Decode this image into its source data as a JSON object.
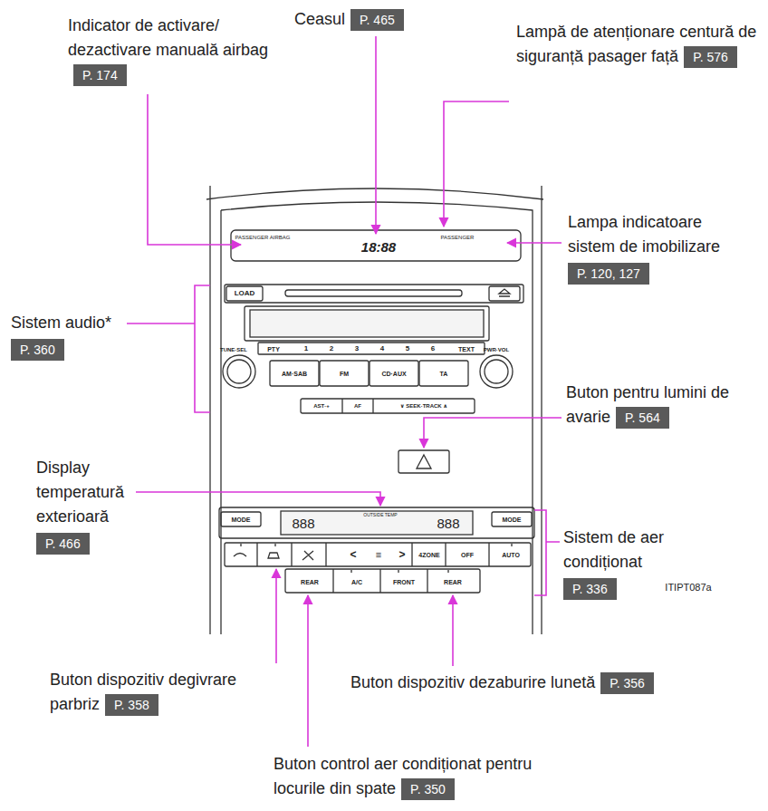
{
  "diagram": {
    "nodes": [
      {
        "text": [
          "Indicator de activare/ dezactivare manuală airbag",
          "P. 174"
        ]
      },
      {
        "text": [
          "Ceasul",
          "P. 465"
        ]
      },
      {
        "text": [
          "Lampă de atenționare centură de siguranță pasager față",
          "P. 576"
        ]
      },
      {
        "text": [
          "Lampa indicatoare sistem de imobilizare",
          "P. 120, 127"
        ]
      },
      {
        "text": [
          "Sistem audio*",
          "P. 360"
        ]
      },
      {
        "text": [
          "Buton pentru lumini de avarie",
          "P. 564"
        ]
      },
      {
        "text": [
          "Display temperatură exterioară",
          "P. 466"
        ]
      },
      {
        "text": [
          "Sistem de aer condiționat",
          "P. 336"
        ]
      },
      {
        "text": [
          "Buton dispozitiv degivrare parbriz",
          "P. 358"
        ]
      },
      {
        "text": [
          "Buton dispozitiv dezaburire lunetă",
          "P. 356"
        ]
      },
      {
        "text": [
          "Buton control aer condiționat pentru locurile din spate",
          "P. 350"
        ]
      }
    ],
    "labels": [
      "PASSENGER AIRBAG",
      "18:88",
      "PASSENGER",
      "LOAD",
      "PTY",
      "1",
      "2",
      "3",
      "4",
      "5",
      "6",
      "TEXT",
      "TUNE·SEL",
      "AM·SAB",
      "FM",
      "CD·AUX",
      "TA",
      "PWR·VOL",
      "AST·+",
      "AF",
      "∨ SEEK·TRACK ∧",
      "MODE",
      "888",
      "OUTSIDE TEMP",
      "888",
      "MODE",
      "<",
      "≡",
      ">",
      "4ZONE",
      "OFF",
      "AUTO",
      "REAR",
      "A/C",
      "FRONT",
      "REAR",
      "ITIPT087a"
    ]
  }
}
